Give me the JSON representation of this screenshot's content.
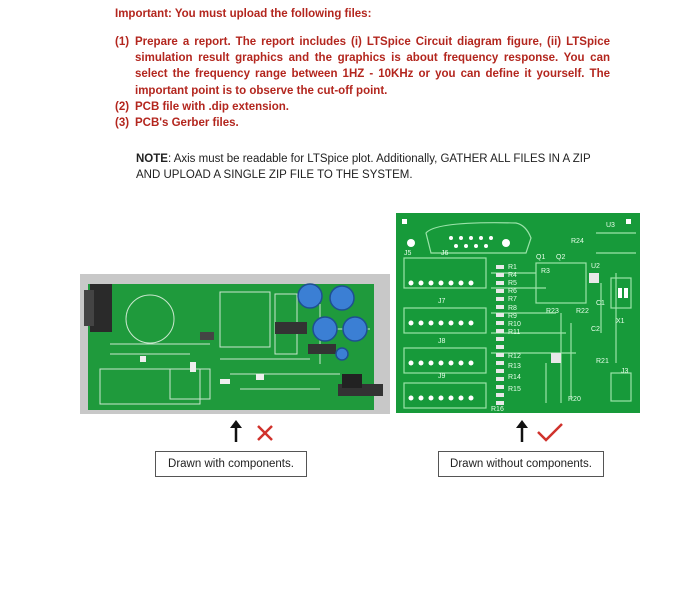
{
  "heading": "Important: You must upload the following files:",
  "items": [
    {
      "num": "(1)",
      "text": "Prepare a report. The report includes (i) LTSpice Circuit diagram figure, (ii) LTSpice simulation result graphics and the graphics is about frequency response. You can select the frequency range between 1HZ - 10KHz or you can define it yourself. The important point is to observe the cut-off point."
    },
    {
      "num": "(2)",
      "text": "PCB file with .dip extension."
    },
    {
      "num": "(3)",
      "text": "PCB's Gerber files."
    }
  ],
  "note": {
    "label": "NOTE",
    "text": ": Axis must be readable for LTSpice plot. Additionally, GATHER ALL FILES IN A ZIP AND UPLOAD A SINGLE ZIP FILE TO THE SYSTEM."
  },
  "captions": {
    "left": "Drawn with components.",
    "right": "Drawn without components."
  },
  "pcb_labels": [
    "U3",
    "J5",
    "J6",
    "J7",
    "J8",
    "J9",
    "X1",
    "J3",
    "U2",
    "R1",
    "R3",
    "R4",
    "R5",
    "R6",
    "R7",
    "R8",
    "R9",
    "R10",
    "R11",
    "R12",
    "R13",
    "R14",
    "R15",
    "R16",
    "R20",
    "R21",
    "R22",
    "R23",
    "R24",
    "C1",
    "C2",
    "Q1",
    "Q2"
  ],
  "colors": {
    "accent": "#b3261e",
    "pcb_green": "#1f9a3c",
    "check_red": "#d0322c"
  }
}
